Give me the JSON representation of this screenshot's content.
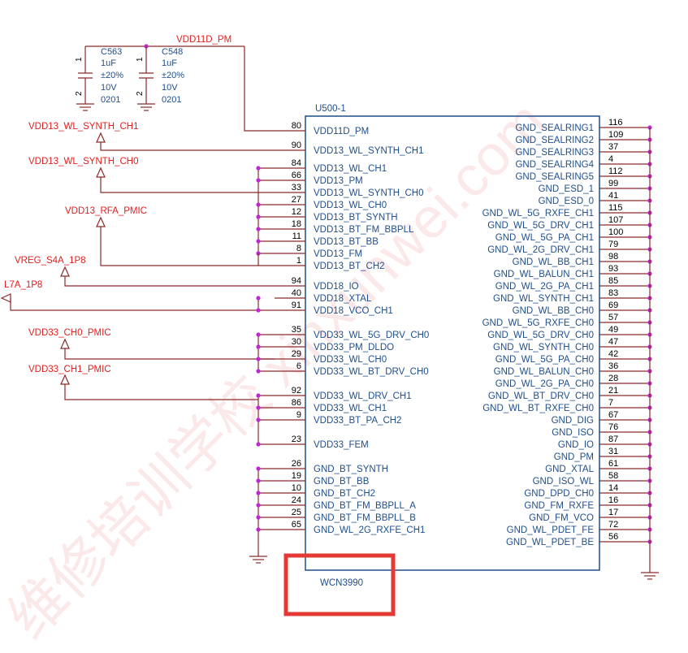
{
  "part": {
    "ref": "U500-1",
    "name": "WCN3990",
    "highlight_color": "#e53935"
  },
  "colors": {
    "wire": "#8b2a2a",
    "pin_name": "#1f4e8c",
    "net_label": "#e02020",
    "body": "#1f4e8c"
  },
  "left_pins": [
    {
      "num": "80",
      "name": "VDD11D_PM"
    },
    {
      "num": "90",
      "name": "VDD13_WL_SYNTH_CH1"
    },
    {
      "num": "84",
      "name": "VDD13_WL_CH1"
    },
    {
      "num": "66",
      "name": "VDD13_PM"
    },
    {
      "num": "33",
      "name": "VDD13_WL_SYNTH_CH0"
    },
    {
      "num": "27",
      "name": "VDD13_WL_CH0"
    },
    {
      "num": "12",
      "name": "VDD13_BT_SYNTH"
    },
    {
      "num": "18",
      "name": "VDD13_BT_FM_BBPLL"
    },
    {
      "num": "11",
      "name": "VDD13_BT_BB"
    },
    {
      "num": "8",
      "name": "VDD13_FM"
    },
    {
      "num": "1",
      "name": "VDD13_BT_CH2"
    },
    {
      "num": "94",
      "name": "VDD18_IO"
    },
    {
      "num": "40",
      "name": "VDD18_XTAL"
    },
    {
      "num": "91",
      "name": "VDD18_VCO_CH1"
    },
    {
      "num": "35",
      "name": "VDD33_WL_5G_DRV_CH0"
    },
    {
      "num": "30",
      "name": "VDD33_PM_DLDO"
    },
    {
      "num": "29",
      "name": "VDD33_WL_CH0"
    },
    {
      "num": "6",
      "name": "VDD33_WL_BT_DRV_CH0"
    },
    {
      "num": "92",
      "name": "VDD33_WL_DRV_CH1"
    },
    {
      "num": "86",
      "name": "VDD33_WL_CH1"
    },
    {
      "num": "9",
      "name": "VDD33_BT_PA_CH2"
    },
    {
      "num": "23",
      "name": "VDD33_FEM"
    },
    {
      "num": "26",
      "name": "GND_BT_SYNTH"
    },
    {
      "num": "19",
      "name": "GND_BT_BB"
    },
    {
      "num": "10",
      "name": "GND_BT_CH2"
    },
    {
      "num": "24",
      "name": "GND_BT_FM_BBPLL_A"
    },
    {
      "num": "25",
      "name": "GND_BT_FM_BBPLL_B"
    },
    {
      "num": "65",
      "name": "GND_WL_2G_RXFE_CH1"
    }
  ],
  "right_pins": [
    {
      "num": "116",
      "name": "GND_SEALRING1"
    },
    {
      "num": "109",
      "name": "GND_SEALRING2"
    },
    {
      "num": "37",
      "name": "GND_SEALRING3"
    },
    {
      "num": "4",
      "name": "GND_SEALRING4"
    },
    {
      "num": "112",
      "name": "GND_SEALRING5"
    },
    {
      "num": "99",
      "name": "GND_ESD_1"
    },
    {
      "num": "41",
      "name": "GND_ESD_0"
    },
    {
      "num": "115",
      "name": "GND_WL_5G_RXFE_CH1"
    },
    {
      "num": "107",
      "name": "GND_WL_5G_DRV_CH1"
    },
    {
      "num": "100",
      "name": "GND_WL_5G_PA_CH1"
    },
    {
      "num": "79",
      "name": "GND_WL_2G_DRV_CH1"
    },
    {
      "num": "98",
      "name": "GND_WL_BB_CH1"
    },
    {
      "num": "93",
      "name": "GND_WL_BALUN_CH1"
    },
    {
      "num": "85",
      "name": "GND_WL_2G_PA_CH1"
    },
    {
      "num": "83",
      "name": "GND_WL_SYNTH_CH1"
    },
    {
      "num": "69",
      "name": "GND_WL_BB_CH0"
    },
    {
      "num": "57",
      "name": "GND_WL_5G_RXFE_CH0"
    },
    {
      "num": "49",
      "name": "GND_WL_5G_DRV_CH0"
    },
    {
      "num": "47",
      "name": "GND_WL_SYNTH_CH0"
    },
    {
      "num": "42",
      "name": "GND_WL_5G_PA_CH0"
    },
    {
      "num": "36",
      "name": "GND_WL_BALUN_CH0"
    },
    {
      "num": "28",
      "name": "GND_WL_2G_PA_CH0"
    },
    {
      "num": "21",
      "name": "GND_WL_BT_DRV_CH0"
    },
    {
      "num": "7",
      "name": "GND_WL_BT_RXFE_CH0"
    },
    {
      "num": "67",
      "name": "GND_DIG"
    },
    {
      "num": "76",
      "name": "GND_ISO"
    },
    {
      "num": "87",
      "name": "GND_IO"
    },
    {
      "num": "31",
      "name": "GND_PM"
    },
    {
      "num": "61",
      "name": "GND_XTAL"
    },
    {
      "num": "58",
      "name": "GND_ISO_WL"
    },
    {
      "num": "14",
      "name": "GND_DPD_CH0"
    },
    {
      "num": "16",
      "name": "GND_FM_RXFE"
    },
    {
      "num": "17",
      "name": "GND_FM_VCO"
    },
    {
      "num": "72",
      "name": "GND_WL_PDET_FE"
    },
    {
      "num": "56",
      "name": "GND_WL_PDET_BE"
    }
  ],
  "nets": {
    "vdd11d": "VDD11D_PM",
    "synth_ch1": "VDD13_WL_SYNTH_CH1",
    "synth_ch0": "VDD13_WL_SYNTH_CH0",
    "rfa_pmic": "VDD13_RFA_PMIC",
    "s4a": "VREG_S4A_1P8",
    "l7a": "L7A_1P8",
    "vdd33_ch0": "VDD33_CH0_PMIC",
    "vdd33_ch1": "VDD33_CH1_PMIC"
  },
  "caps": [
    {
      "ref": "C563",
      "value": "1uF",
      "tol": "±20%",
      "volt": "10V",
      "pkg": "0201",
      "pin1": "1",
      "pin2": "2"
    },
    {
      "ref": "C548",
      "value": "1uF",
      "tol": "±20%",
      "volt": "10V",
      "pkg": "0201",
      "pin1": "1",
      "pin2": "2"
    }
  ],
  "watermark": "维修培训学校 xinxunwei.com"
}
